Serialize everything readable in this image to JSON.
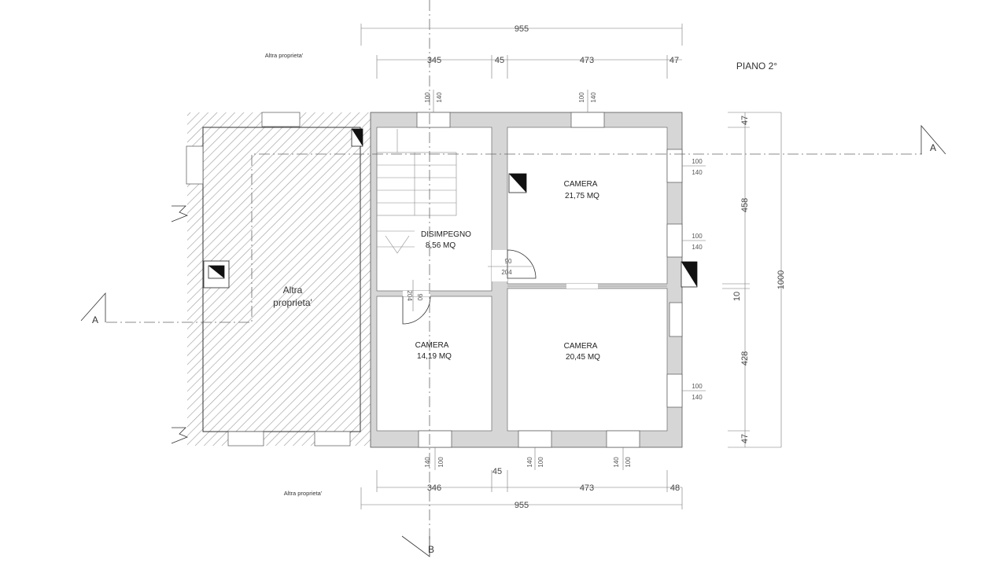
{
  "title": "PIANO 2°",
  "neighbors": {
    "top_note": "Altra proprieta'",
    "bottom_note": "Altra proprieta'",
    "hatched_area_line1": "Altra",
    "hatched_area_line2": "proprieta'"
  },
  "rooms": [
    {
      "name": "CAMERA",
      "area": "21,75 MQ"
    },
    {
      "name": "DISIMPEGNO",
      "area": "8,56 MQ"
    },
    {
      "name": "CAMERA",
      "area": "14,19 MQ"
    },
    {
      "name": "CAMERA",
      "area": "20,45 MQ"
    }
  ],
  "dimensions": {
    "top_total": "955",
    "top_parts": [
      "345",
      "45",
      "473",
      "47"
    ],
    "bottom_total": "955",
    "bottom_parts": [
      "346",
      "45",
      "473",
      "48"
    ],
    "right_total": "1000",
    "right_parts": [
      "47",
      "458",
      "10",
      "428",
      "47"
    ]
  },
  "openings": {
    "top_left": [
      "100",
      "140"
    ],
    "top_right": [
      "100",
      "140"
    ],
    "right_1": [
      "100",
      "140"
    ],
    "right_2": [
      "100",
      "140"
    ],
    "right_3": [
      "100",
      "140"
    ],
    "bottom_left": [
      "140",
      "100"
    ],
    "bottom_mid": [
      "140",
      "100"
    ],
    "bottom_right": [
      "140",
      "100"
    ],
    "door_a": [
      "90",
      "204"
    ],
    "door_b": [
      "204",
      "90"
    ]
  },
  "sections": {
    "a_right": "A",
    "a_left": "A",
    "b_bottom": "B"
  }
}
